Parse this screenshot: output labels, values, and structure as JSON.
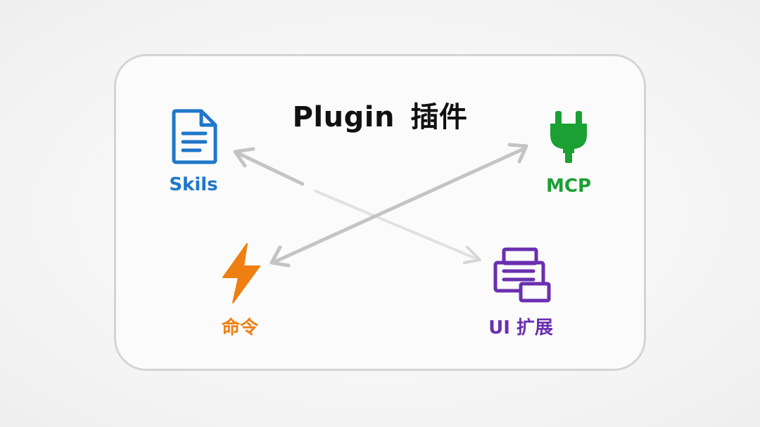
{
  "title": {
    "en": "Plugin",
    "zh": "插件"
  },
  "nodes": {
    "skills": {
      "label": "Skils",
      "icon": "document-icon",
      "color": "#1f77c9"
    },
    "mcp": {
      "label": "MCP",
      "icon": "plug-icon",
      "color": "#1aa033"
    },
    "commands": {
      "label": "命令",
      "icon": "lightning-icon",
      "color": "#f07f12"
    },
    "ui_extension": {
      "label": "UI 扩展",
      "icon": "printer-stack-icon",
      "color": "#6a2fb0"
    }
  },
  "colors": {
    "arrow": "#c4c4c4",
    "border": "#d4d4d4",
    "title": "#111111"
  }
}
